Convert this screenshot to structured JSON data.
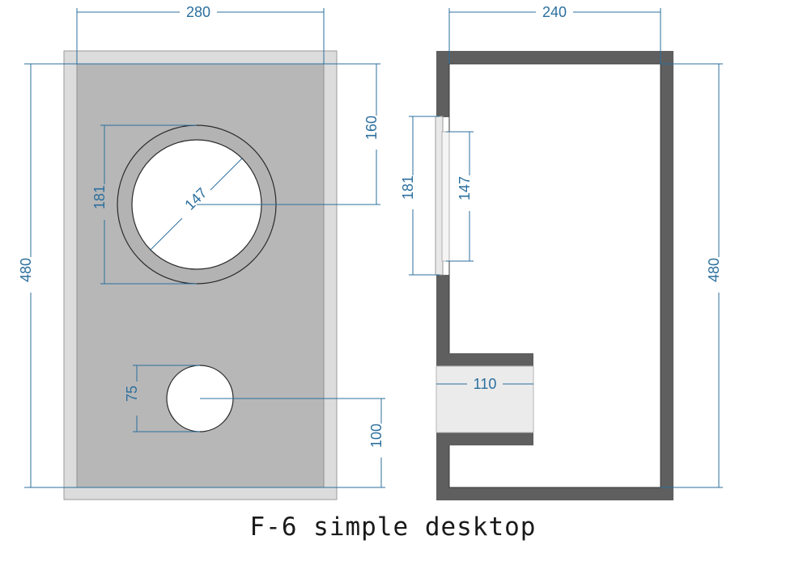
{
  "colors": {
    "dimension": "#2b6f9e",
    "front_panel": "#b7b7b7",
    "front_frame": "#dcdcdc",
    "side_wall": "#5f5f5f",
    "port_tube": "#ebebeb",
    "hole": "#ffffff"
  },
  "front_view": {
    "width_label": "280",
    "height_label": "480",
    "woofer_outer_label": "181",
    "woofer_cutout_label": "147",
    "woofer_center_label": "160",
    "port_label": "75",
    "port_center_label": "100"
  },
  "side_view": {
    "depth_label": "240",
    "height_label": "480",
    "woofer_outer_label": "181",
    "woofer_cutout_label": "147",
    "port_length_label": "110"
  },
  "caption": "F-6 simple desktop"
}
